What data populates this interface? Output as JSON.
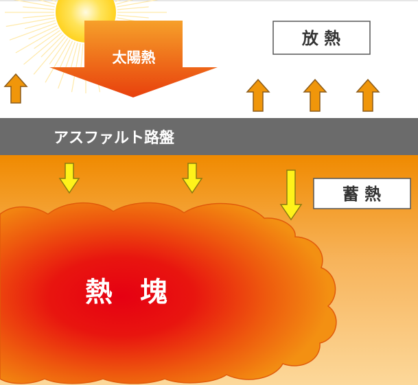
{
  "labels": {
    "solar_heat": "太陽熱",
    "heat_release": "放 熱",
    "asphalt_layer": "アスファルト路盤",
    "heat_storage": "蓄 熱",
    "heat_mass": "熱　塊"
  },
  "colors": {
    "sky": "#ffffff",
    "sun_core": "#ffe04a",
    "sun_ray": "#ffe7a0",
    "solar_arrow_top": "#f29a24",
    "solar_arrow_bottom": "#e8400c",
    "asphalt": "#6b6b6b",
    "ground_top": "#f08a00",
    "ground_bottom": "#fcd89a",
    "heat_mass_core": "#e60012",
    "heat_mass_edge": "#f07a10",
    "release_arrow": "#f0960a",
    "storage_arrow": "#fff21a",
    "box_border": "#555555"
  },
  "icons": {
    "sun": "sun-icon",
    "release_arrow": "arrow-up-icon",
    "storage_arrow": "arrow-down-icon"
  }
}
